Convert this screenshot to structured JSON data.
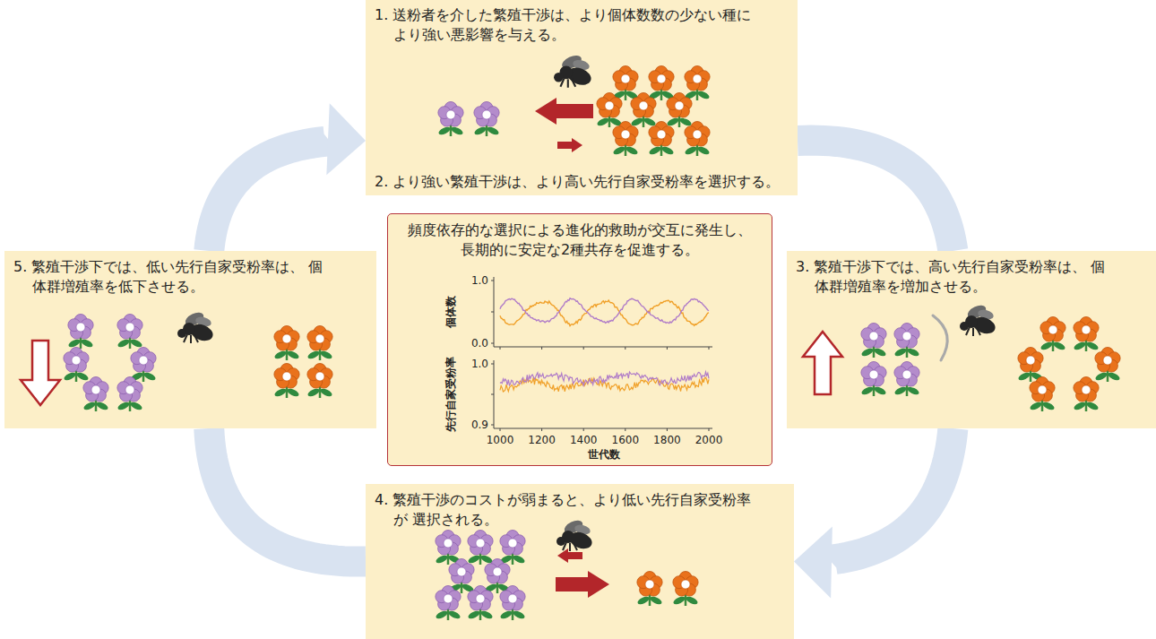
{
  "diagram": {
    "nodes": [
      {
        "text": [
          "1. 送粉者を介した繁殖干渉は、より個体数数の少ない種に より強い悪影響を与える。",
          "2. より強い繁殖干渉は、より高い先行自家受粉率を選択する。"
        ]
      },
      {
        "text": [
          "3. 繁殖干渉下では、高い先行自家受粉率は、 個体群増殖率を増加させる。"
        ]
      },
      {
        "text": [
          "4. 繁殖干渉のコストが弱まると、より低い先行自家受粉率が 選択される。"
        ]
      },
      {
        "text": [
          "5. 繁殖干渉下では、低い先行自家受粉率は、 個体群増殖率を低下させる。"
        ]
      },
      {
        "text": [
          "頻度依存的な選択による進化的救助が交互に発生し、 長期的に安定な2種共存を促進する。"
        ]
      }
    ],
    "edges": [
      {
        "from": 0,
        "to": 1,
        "arrow": "none"
      },
      {
        "from": 1,
        "to": 2,
        "arrow": "to"
      },
      {
        "from": 2,
        "to": 3,
        "arrow": "none"
      },
      {
        "from": 3,
        "to": 0,
        "arrow": "to"
      }
    ],
    "labels": [
      "個体数",
      "1.0",
      "0.0",
      "先行自家受粉率",
      "1.0",
      "0.9",
      "1000",
      "1200",
      "1400",
      "1600",
      "1800",
      "2000",
      "世代数"
    ]
  }
}
